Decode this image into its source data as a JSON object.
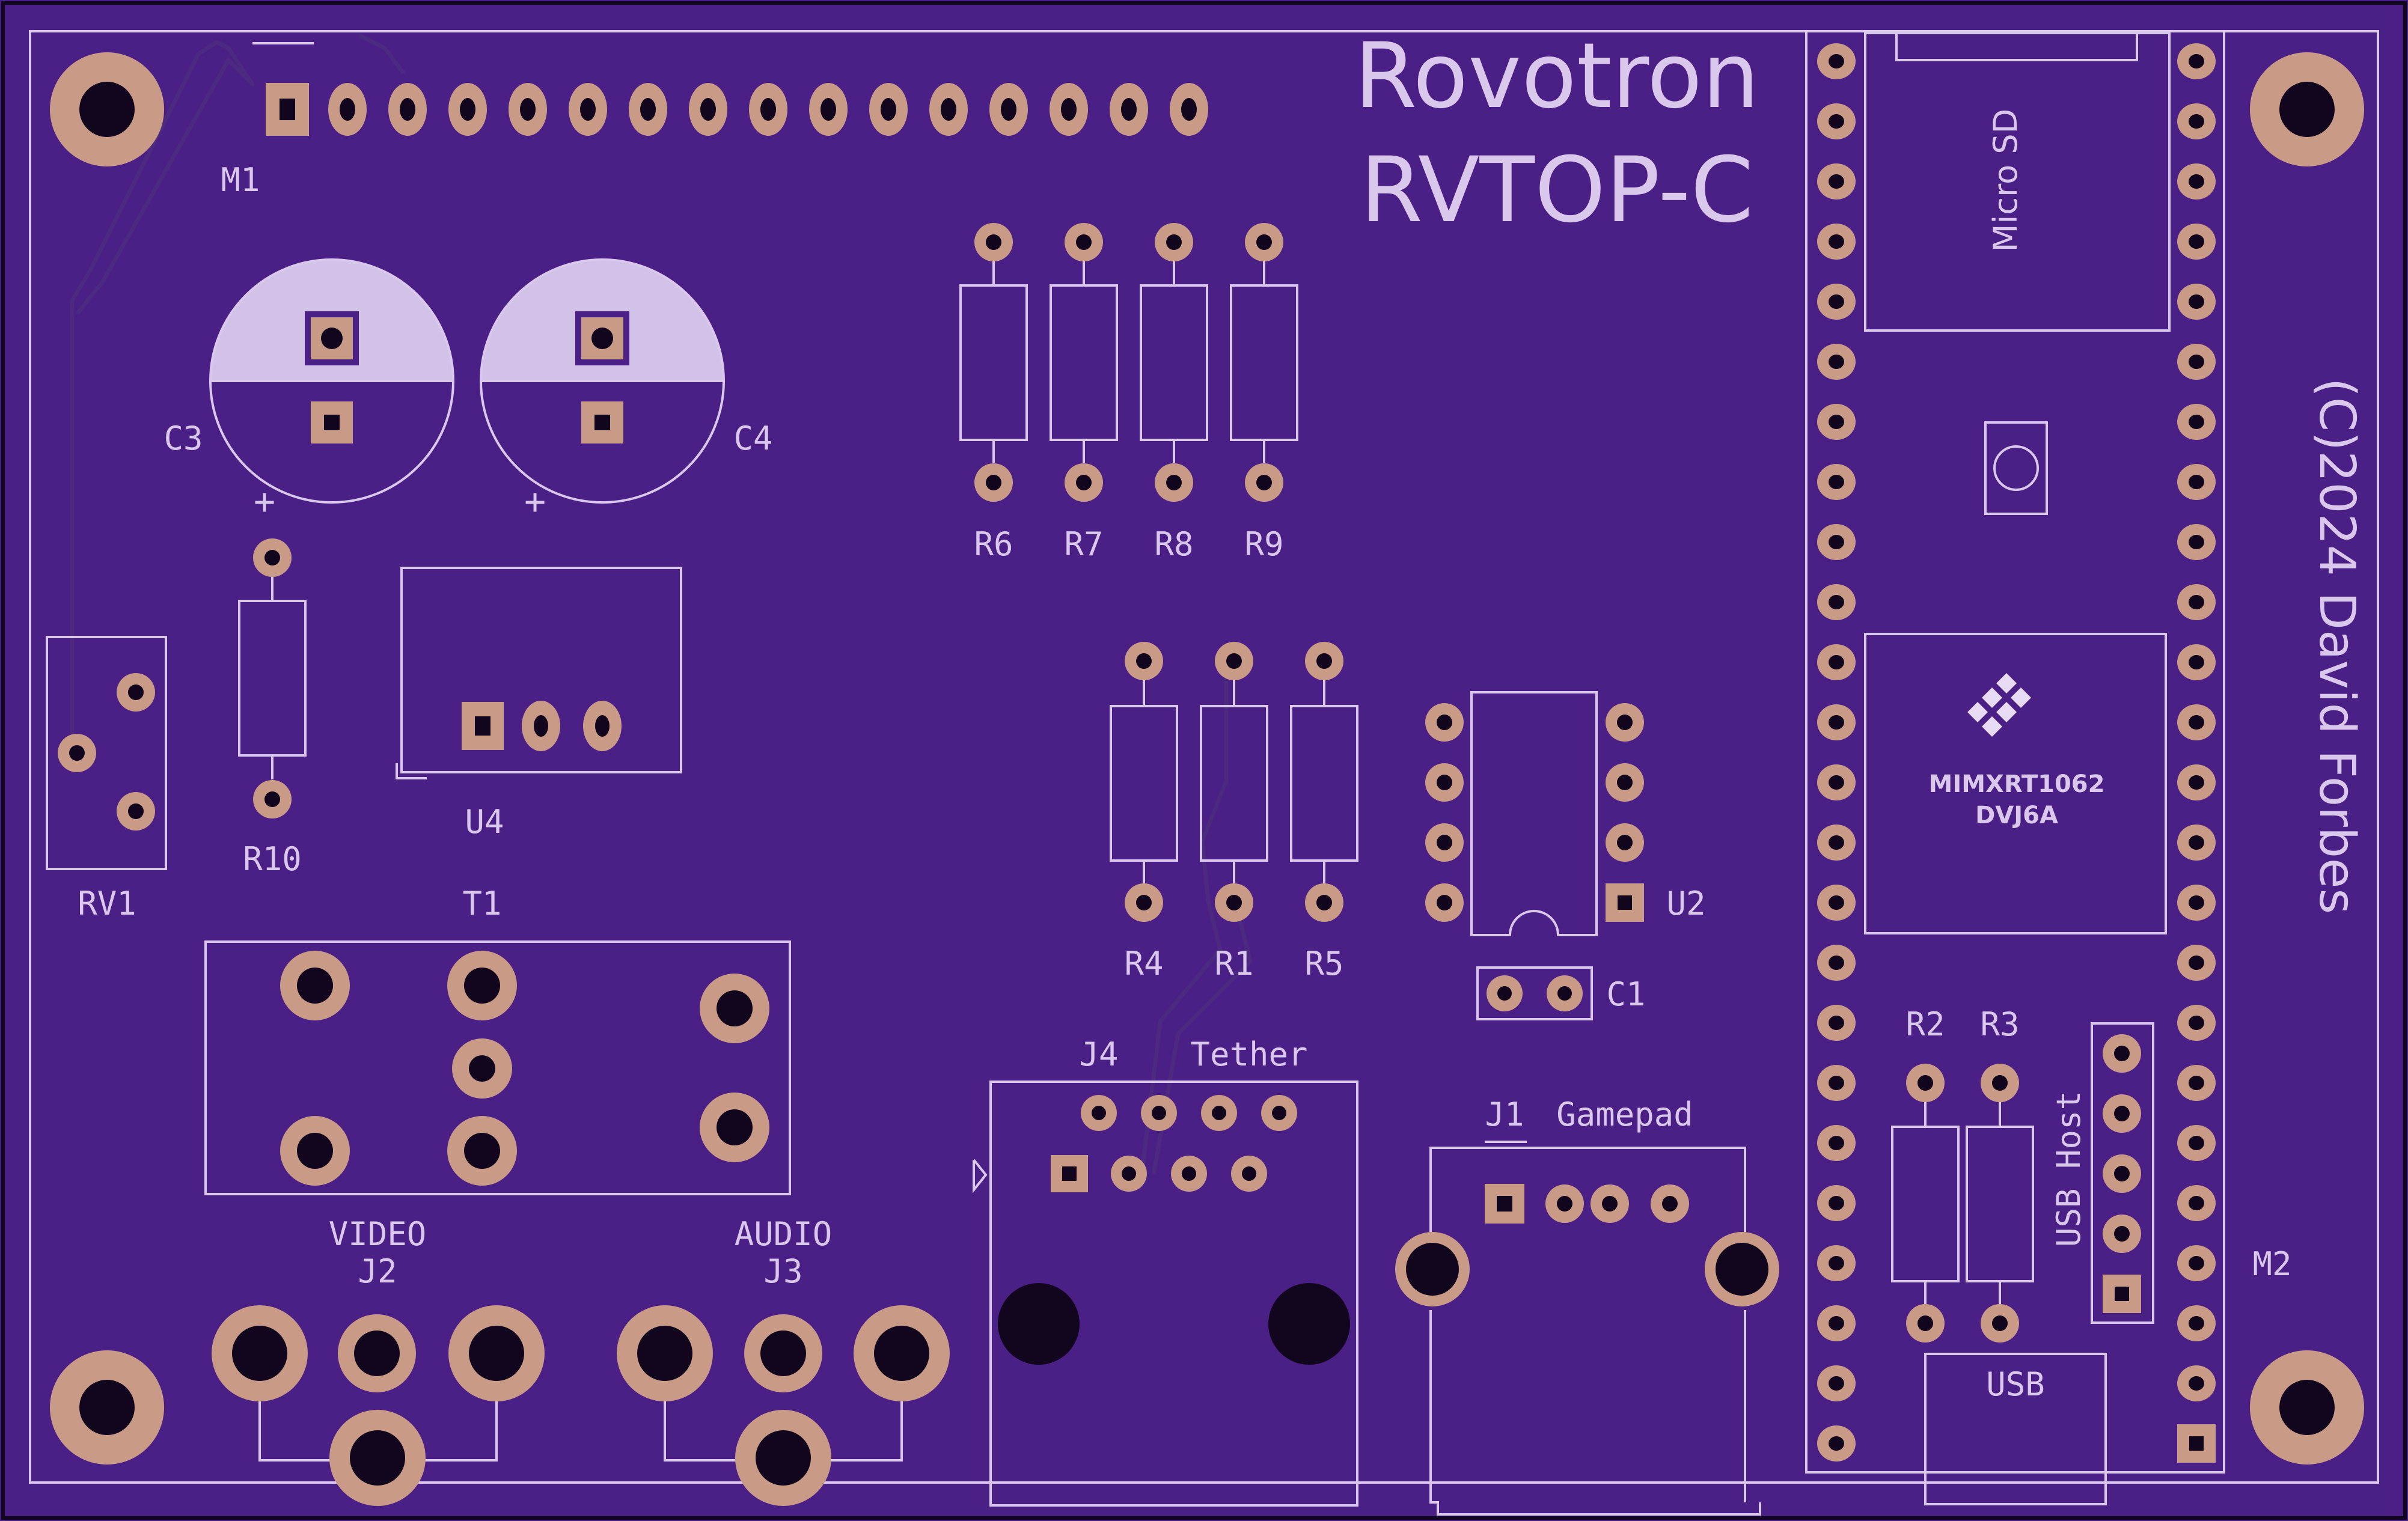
{
  "board": {
    "title_line1": "Rovotron",
    "title_line2": "RVTOP-C",
    "copyright": "(C)2024 David Forbes",
    "colors": {
      "board": "#4a1f86",
      "outline": "#d9c8ec",
      "pad": "#c99b86",
      "hole": "#12061e"
    }
  },
  "labels": {
    "m1": "M1",
    "m2": "M2",
    "c1": "C1",
    "c3": "C3",
    "c4": "C4",
    "r1": "R1",
    "r2": "R2",
    "r3": "R3",
    "r4": "R4",
    "r5": "R5",
    "r6": "R6",
    "r7": "R7",
    "r8": "R8",
    "r9": "R9",
    "r10": "R10",
    "rv1": "RV1",
    "u2": "U2",
    "u4": "U4",
    "t1": "T1",
    "j1": "J1",
    "j1_name": "Gamepad",
    "j2": "J2",
    "j2_name": "VIDEO",
    "j3": "J3",
    "j3_name": "AUDIO",
    "j4": "J4",
    "j4_name": "Tether",
    "micro_sd": "Micro SD",
    "chip_line1": "MIMXRT1062",
    "chip_line2": "DVJ6A",
    "usb_host": "USB Host",
    "usb": "USB",
    "plus": "+"
  }
}
